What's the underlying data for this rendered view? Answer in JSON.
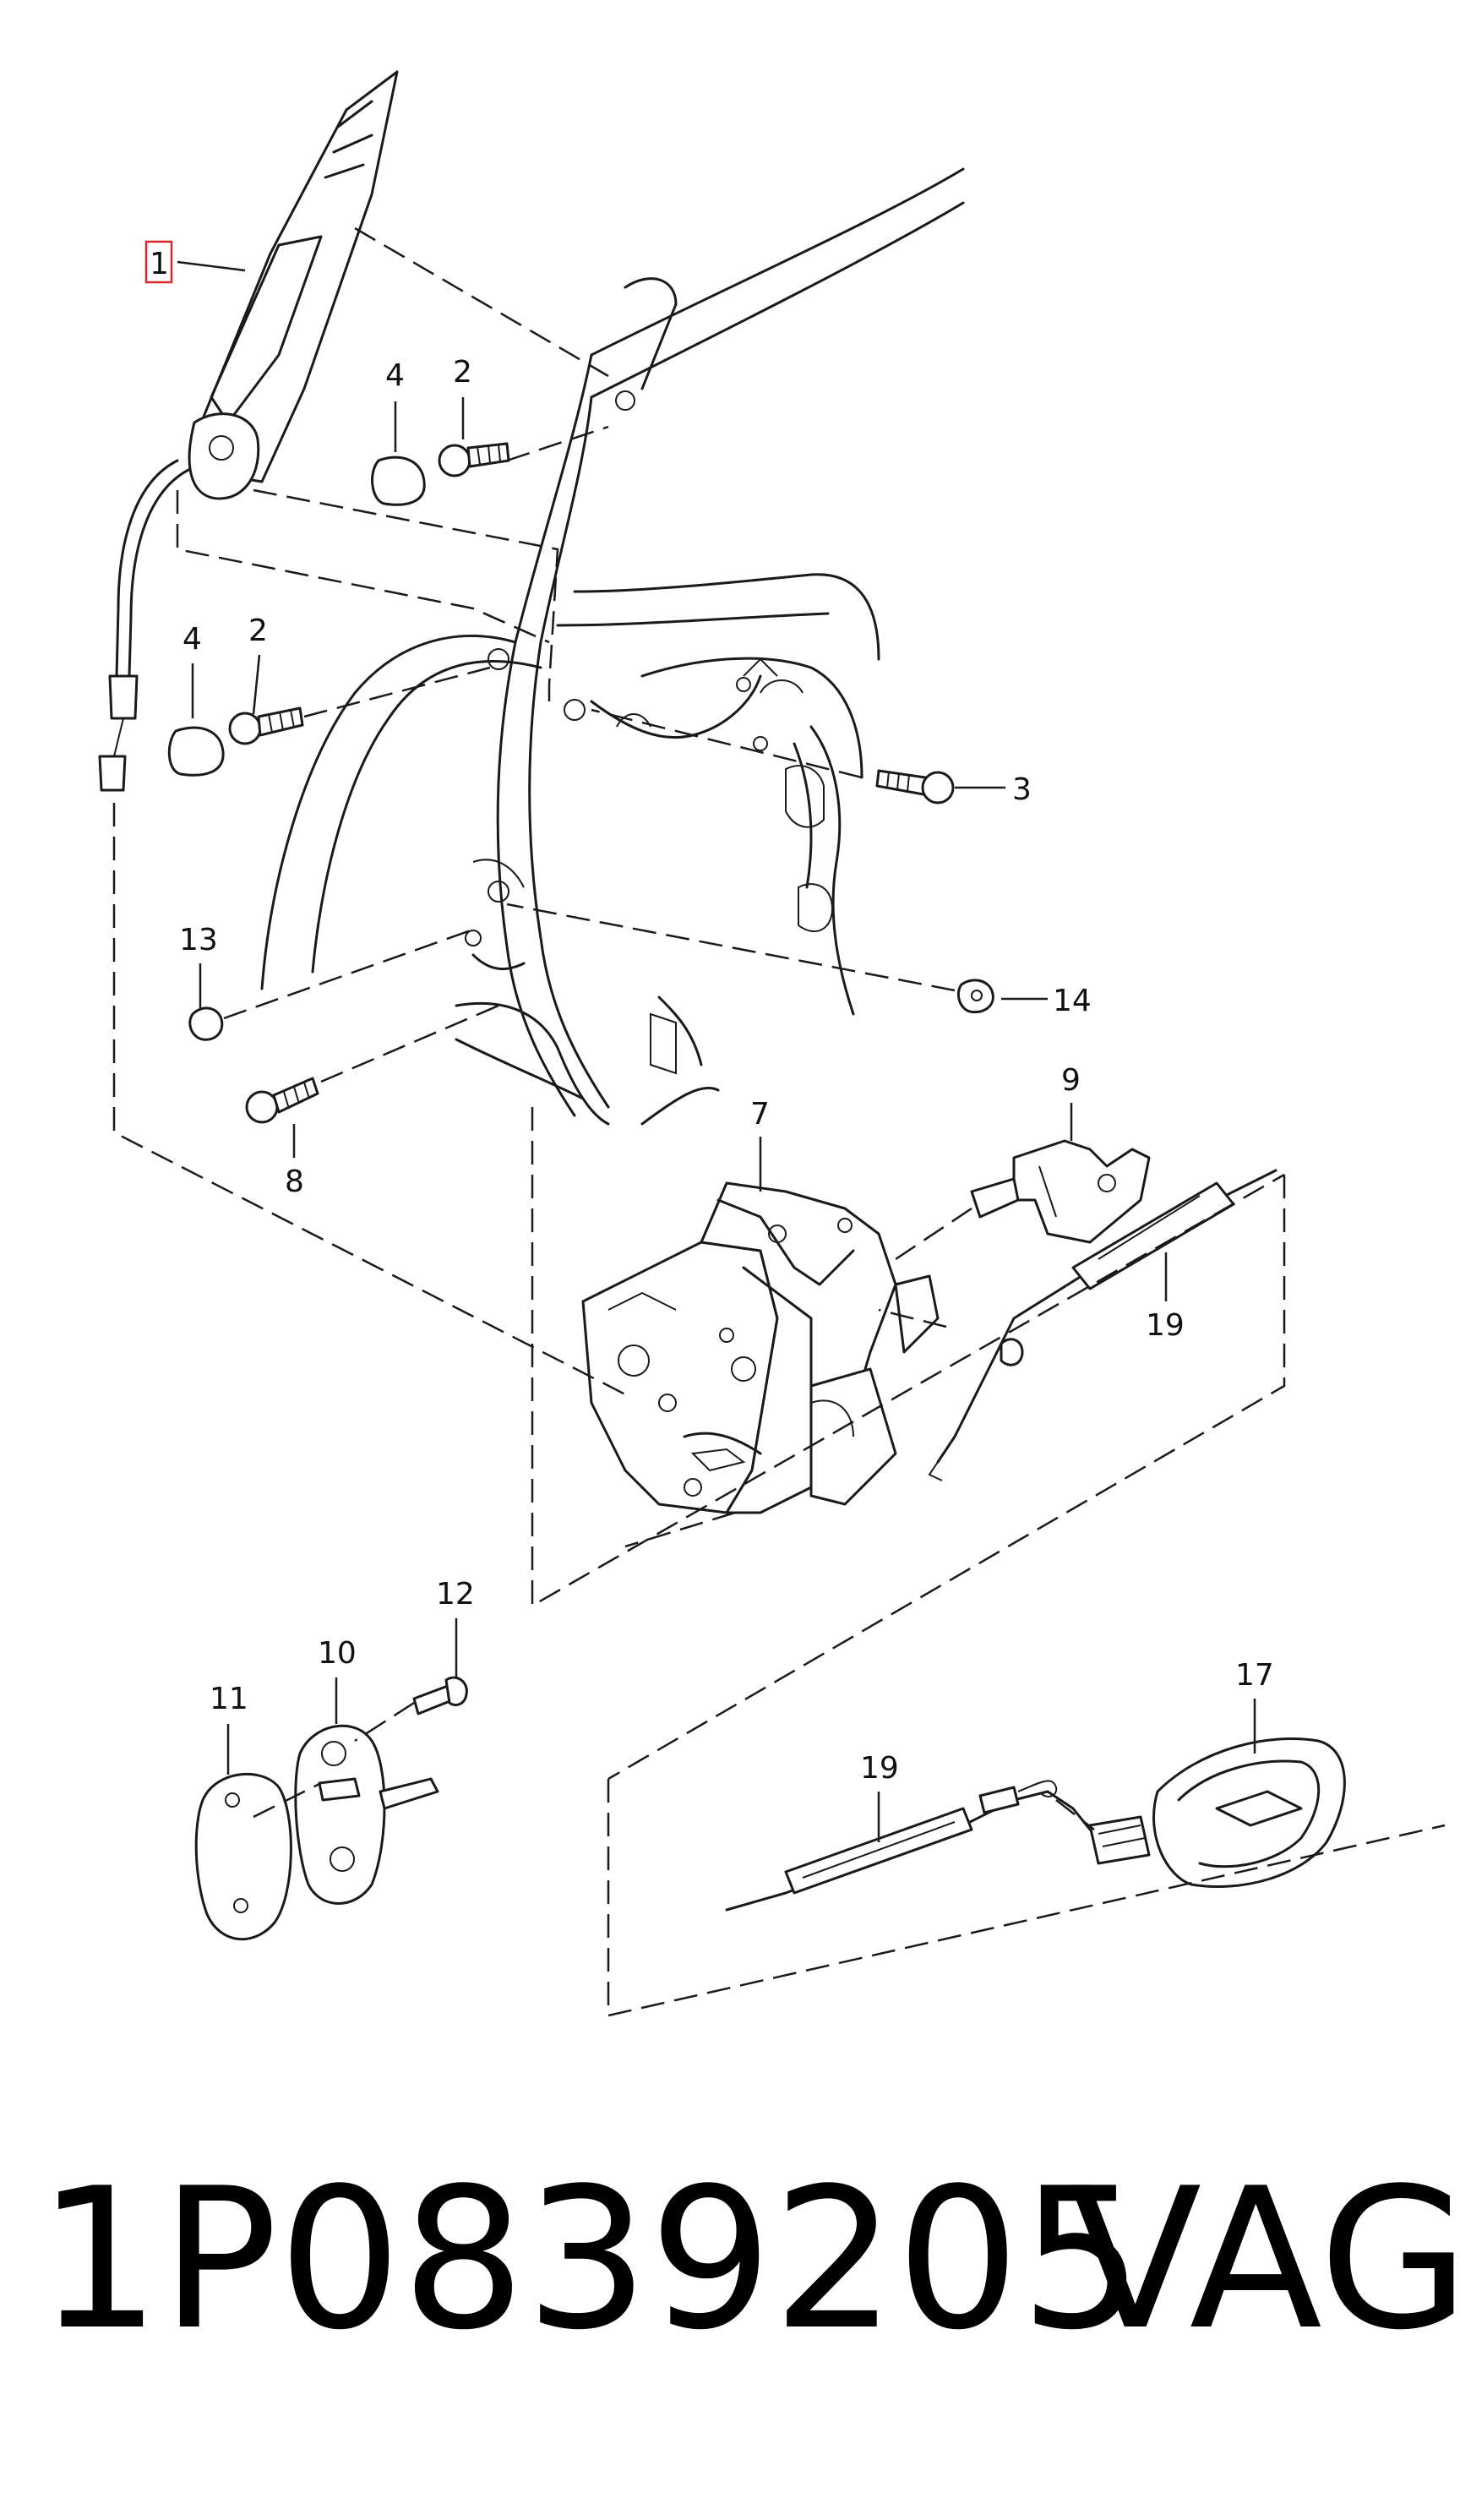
{
  "callouts": {
    "c1": "1",
    "c2a": "2",
    "c2b": "2",
    "c3": "3",
    "c4a": "4",
    "c4b": "4",
    "c7": "7",
    "c8": "8",
    "c9": "9",
    "c10": "10",
    "c11": "11",
    "c12": "12",
    "c13": "13",
    "c14": "14",
    "c17": "17",
    "c19a": "19",
    "c19b": "19"
  },
  "footer": {
    "part_number": "1P0839205",
    "brand": "VAG"
  },
  "colors": {
    "line": "#1a1a1a",
    "highlight": "#d9262c",
    "background": "#ffffff"
  }
}
